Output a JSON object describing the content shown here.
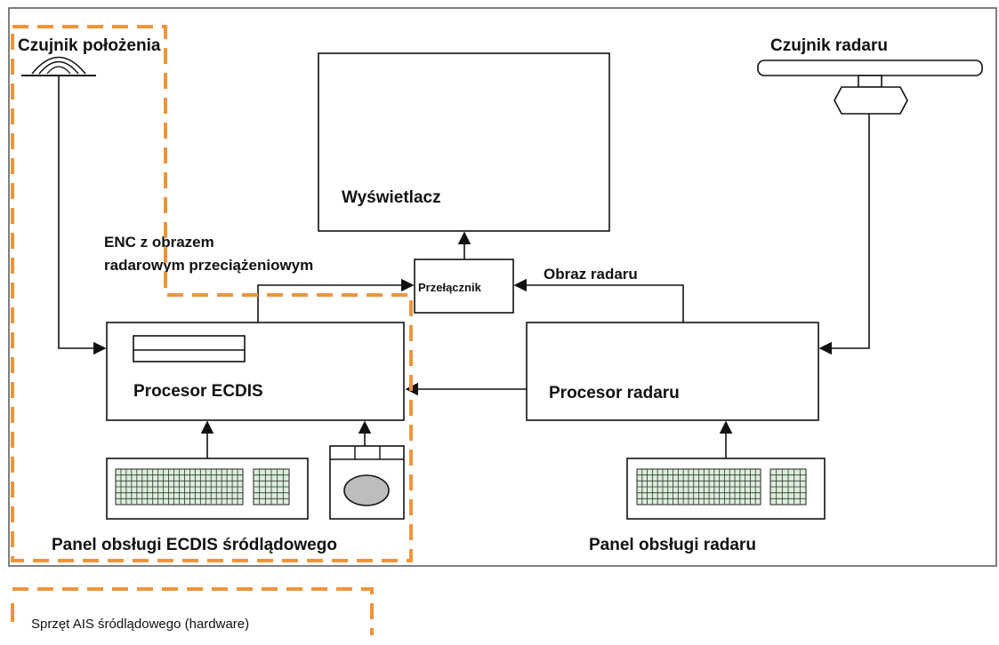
{
  "labels": {
    "position_sensor": "Czujnik położenia",
    "radar_sensor": "Czujnik radaru",
    "display": "Wyświetlacz",
    "enc_line1": "ENC z obrazem",
    "enc_line2": "radarowym  przeciążeniowym",
    "switch": "Przełącznik",
    "radar_image": "Obraz radaru",
    "ecdis_processor": "Procesor ECDIS",
    "radar_processor": "Procesor radaru",
    "ecdis_panel": "Panel obsługi ECDIS śródlądowego",
    "radar_panel": "Panel obsługi radaru"
  },
  "legend": {
    "text": "Sprzęt AIS śródlądowego (hardware)"
  },
  "colors": {
    "dashed_outline": "#f0943a",
    "keyboard_keys": "#d9efd9",
    "line": "#111111"
  }
}
